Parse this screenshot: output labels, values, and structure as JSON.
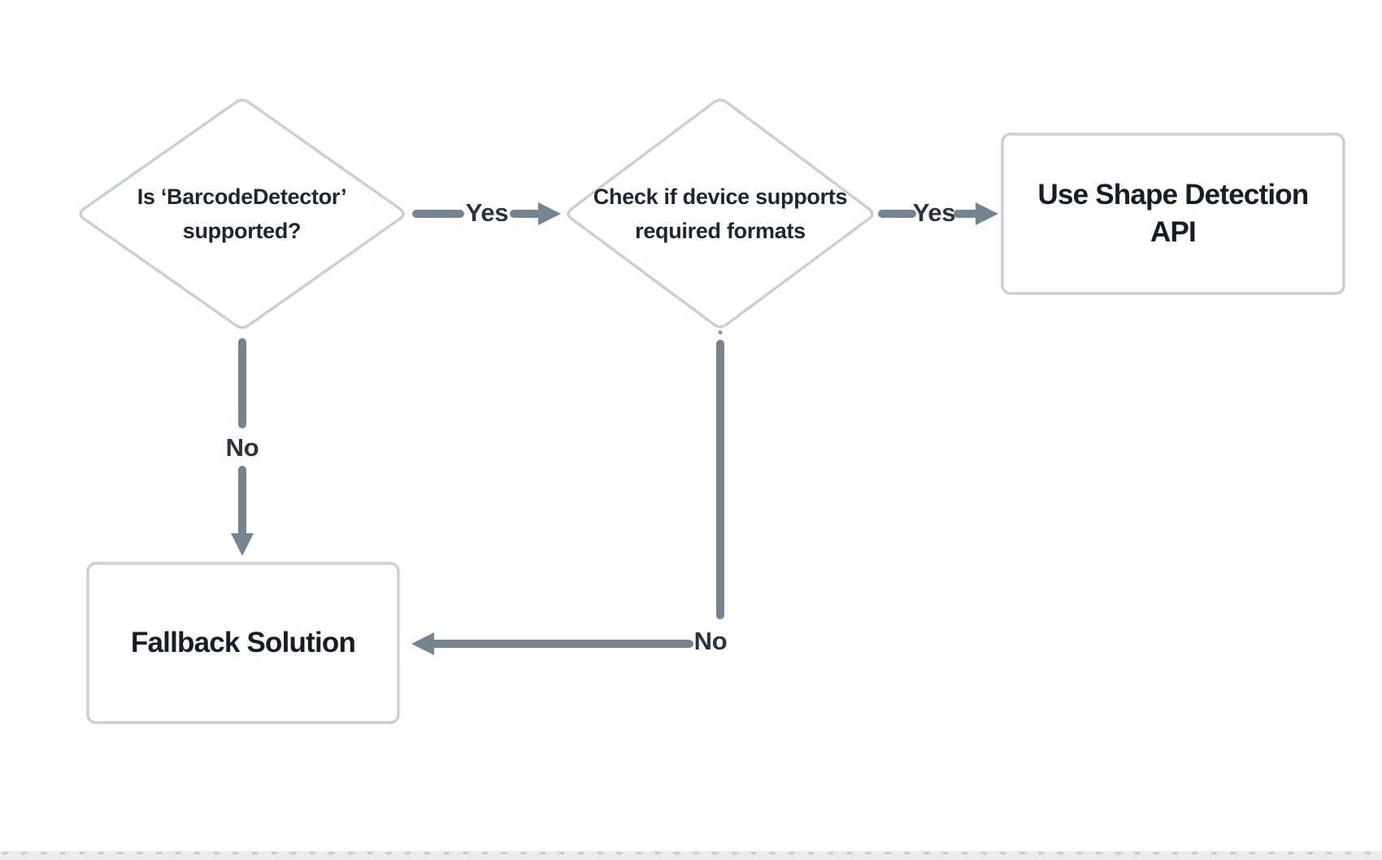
{
  "diagram": {
    "type": "flowchart",
    "colors": {
      "background": "#ffffff",
      "shape_border": "#c7d0da",
      "shape_fill": "#ffffff",
      "arrow": "#76848f",
      "node_text": "#18232e",
      "edge_label_text": "#28343f"
    },
    "nodes": {
      "decision_barcode_detector": {
        "type": "decision",
        "label": "Is ‘BarcodeDetector’ supported?"
      },
      "decision_device_formats": {
        "type": "decision",
        "label": "Check if device supports required formats"
      },
      "process_shape_detection": {
        "type": "process",
        "label": "Use Shape Detection API"
      },
      "process_fallback": {
        "type": "process",
        "label": "Fallback Solution"
      }
    },
    "edges": {
      "barcode_to_formats": {
        "from": "decision_barcode_detector",
        "to": "decision_device_formats",
        "label": "Yes"
      },
      "formats_to_api": {
        "from": "decision_device_formats",
        "to": "process_shape_detection",
        "label": "Yes"
      },
      "barcode_to_fallback": {
        "from": "decision_barcode_detector",
        "to": "process_fallback",
        "label": "No"
      },
      "formats_to_fallback": {
        "from": "decision_device_formats",
        "to": "process_fallback",
        "label": "No"
      }
    }
  }
}
